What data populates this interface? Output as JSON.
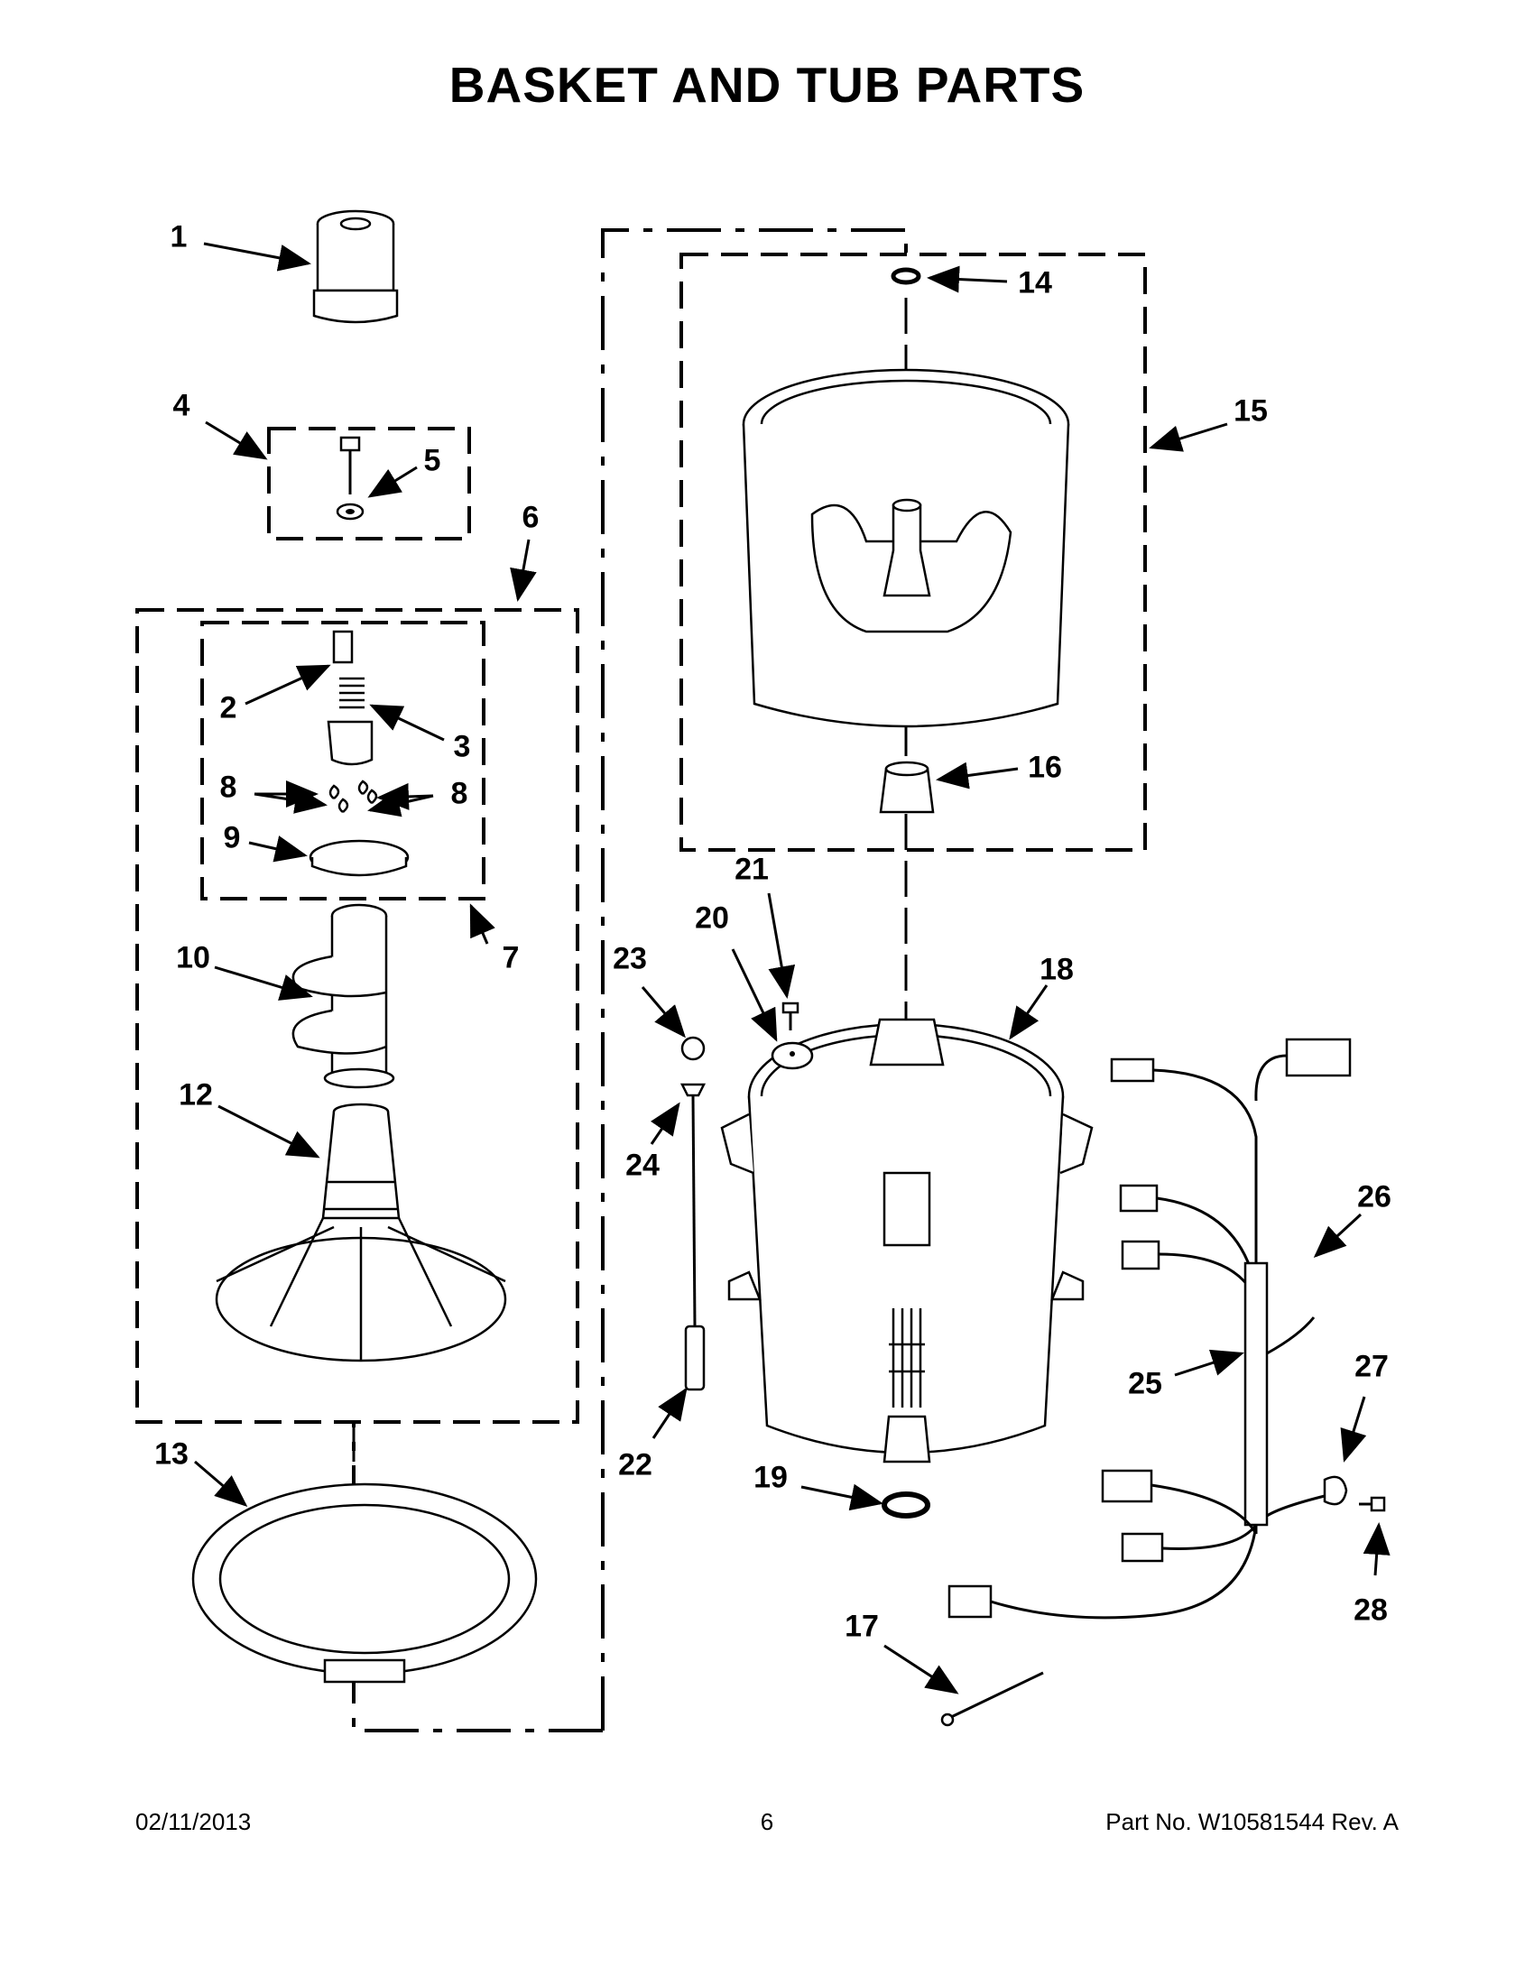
{
  "title": "BASKET AND TUB PARTS",
  "callouts": [
    "1",
    "2",
    "3",
    "4",
    "5",
    "6",
    "7",
    "8",
    "8",
    "9",
    "10",
    "12",
    "13",
    "14",
    "15",
    "16",
    "17",
    "18",
    "19",
    "20",
    "21",
    "22",
    "23",
    "24",
    "25",
    "26",
    "27",
    "28"
  ],
  "footer": {
    "date": "02/11/2013",
    "page": "6",
    "part": "Part No.  W10581544  Rev.  A"
  }
}
